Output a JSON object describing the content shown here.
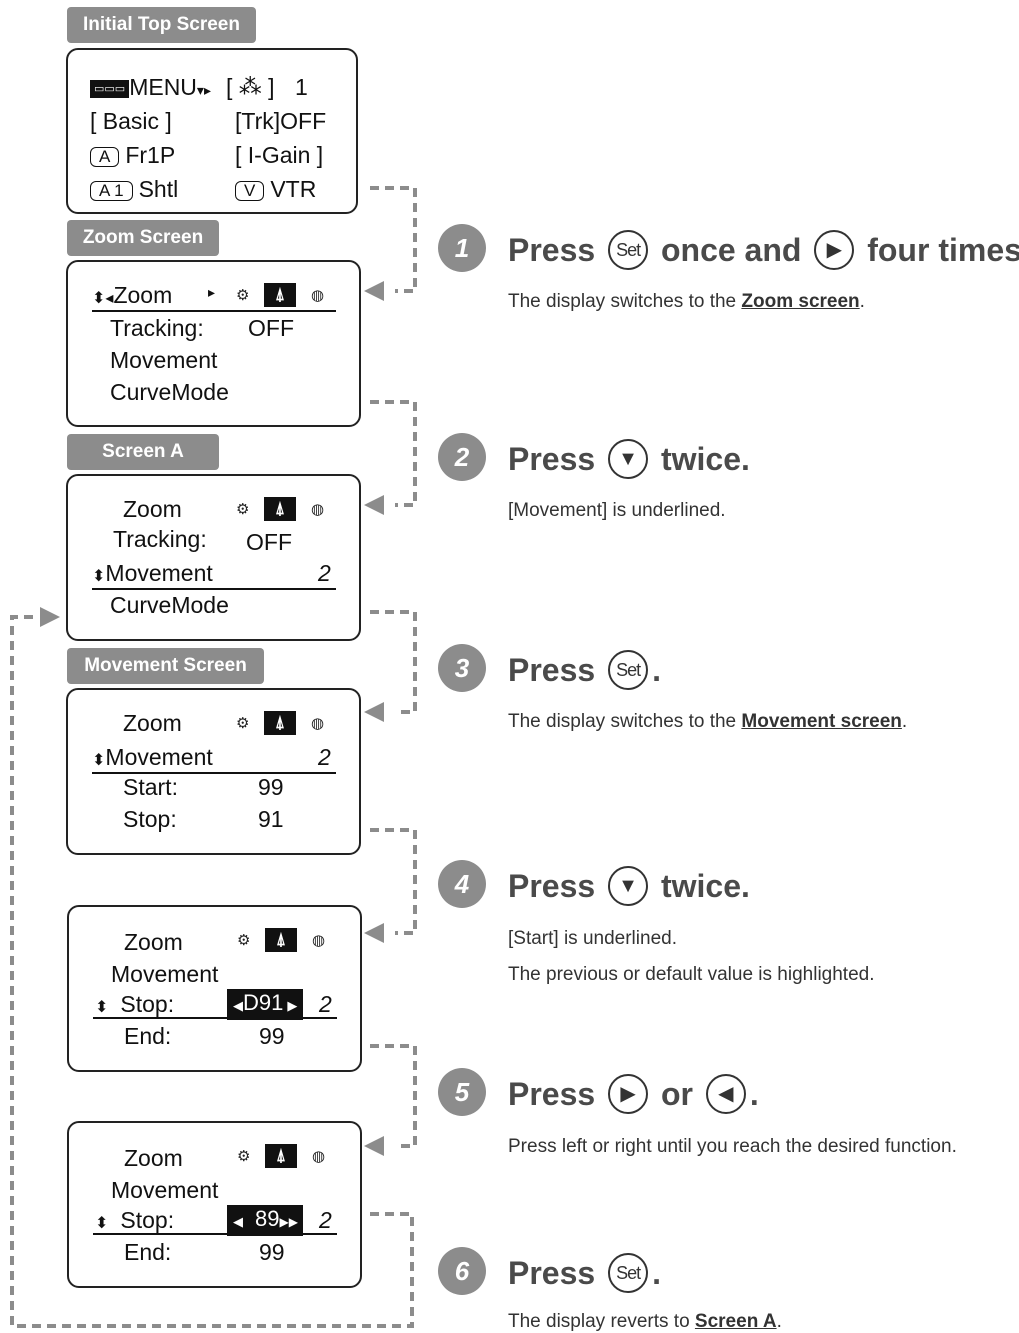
{
  "labels": {
    "initial": "Initial Top Screen",
    "zoom": "Zoom Screen",
    "screen_a": "Screen A",
    "movement": "Movement Screen"
  },
  "initial_screen": {
    "menu": "MENU",
    "preset_val": "1",
    "basic": "[ Basic ]",
    "trk": "[Trk]OFF",
    "key_a": "A",
    "fr1p": "Fr1P",
    "igain": "[ I-Gain ]",
    "key_a1": "A 1",
    "shtl": "Shtl",
    "key_v": "V",
    "vtr": "VTR"
  },
  "zoom_screen": {
    "title": "Zoom",
    "tracking_label": "Tracking:",
    "tracking_value": "OFF",
    "movement": "Movement",
    "curve": "CurveMode"
  },
  "screen_a": {
    "title": "Zoom",
    "tracking_label": "Tracking:",
    "tracking_value": "OFF",
    "movement": "Movement",
    "page": "2",
    "curve": "CurveMode"
  },
  "movement_screen": {
    "title": "Zoom",
    "movement": "Movement",
    "page": "2",
    "start_label": "Start:",
    "start_value": "99",
    "stop_label": "Stop:",
    "stop_value": "91"
  },
  "screen_4": {
    "title": "Zoom",
    "movement": "Movement",
    "stop_label": "Stop:",
    "stop_value": "D91",
    "page": "2",
    "end_label": "End:",
    "end_value": "99"
  },
  "screen_5": {
    "title": "Zoom",
    "movement": "Movement",
    "stop_label": "Stop:",
    "stop_value": "89",
    "page": "2",
    "end_label": "End:",
    "end_value": "99"
  },
  "steps": [
    {
      "num": "1",
      "press": "Press",
      "mid": "once and",
      "end": "four times.",
      "desc_pre": "The display switches to the ",
      "desc_link": "Zoom screen",
      "desc_post": "."
    },
    {
      "num": "2",
      "press": "Press",
      "end": "twice.",
      "desc": "[Movement] is underlined."
    },
    {
      "num": "3",
      "press": "Press",
      "end": ".",
      "desc_pre": "The display switches to the ",
      "desc_link": "Movement screen",
      "desc_post": "."
    },
    {
      "num": "4",
      "press": "Press",
      "end": "twice.",
      "desc": "[Start] is underlined.",
      "desc2": "The previous or default value is highlighted."
    },
    {
      "num": "5",
      "press": "Press",
      "mid": "or",
      "end": ".",
      "desc": "Press left or right until you reach the desired function."
    },
    {
      "num": "6",
      "press": "Press",
      "end": ".",
      "desc_pre": "The display reverts to ",
      "desc_link": "Screen A",
      "desc_post": "."
    }
  ],
  "buttons": {
    "set": "Set",
    "right": "▶",
    "left": "◀",
    "down": "▼"
  }
}
